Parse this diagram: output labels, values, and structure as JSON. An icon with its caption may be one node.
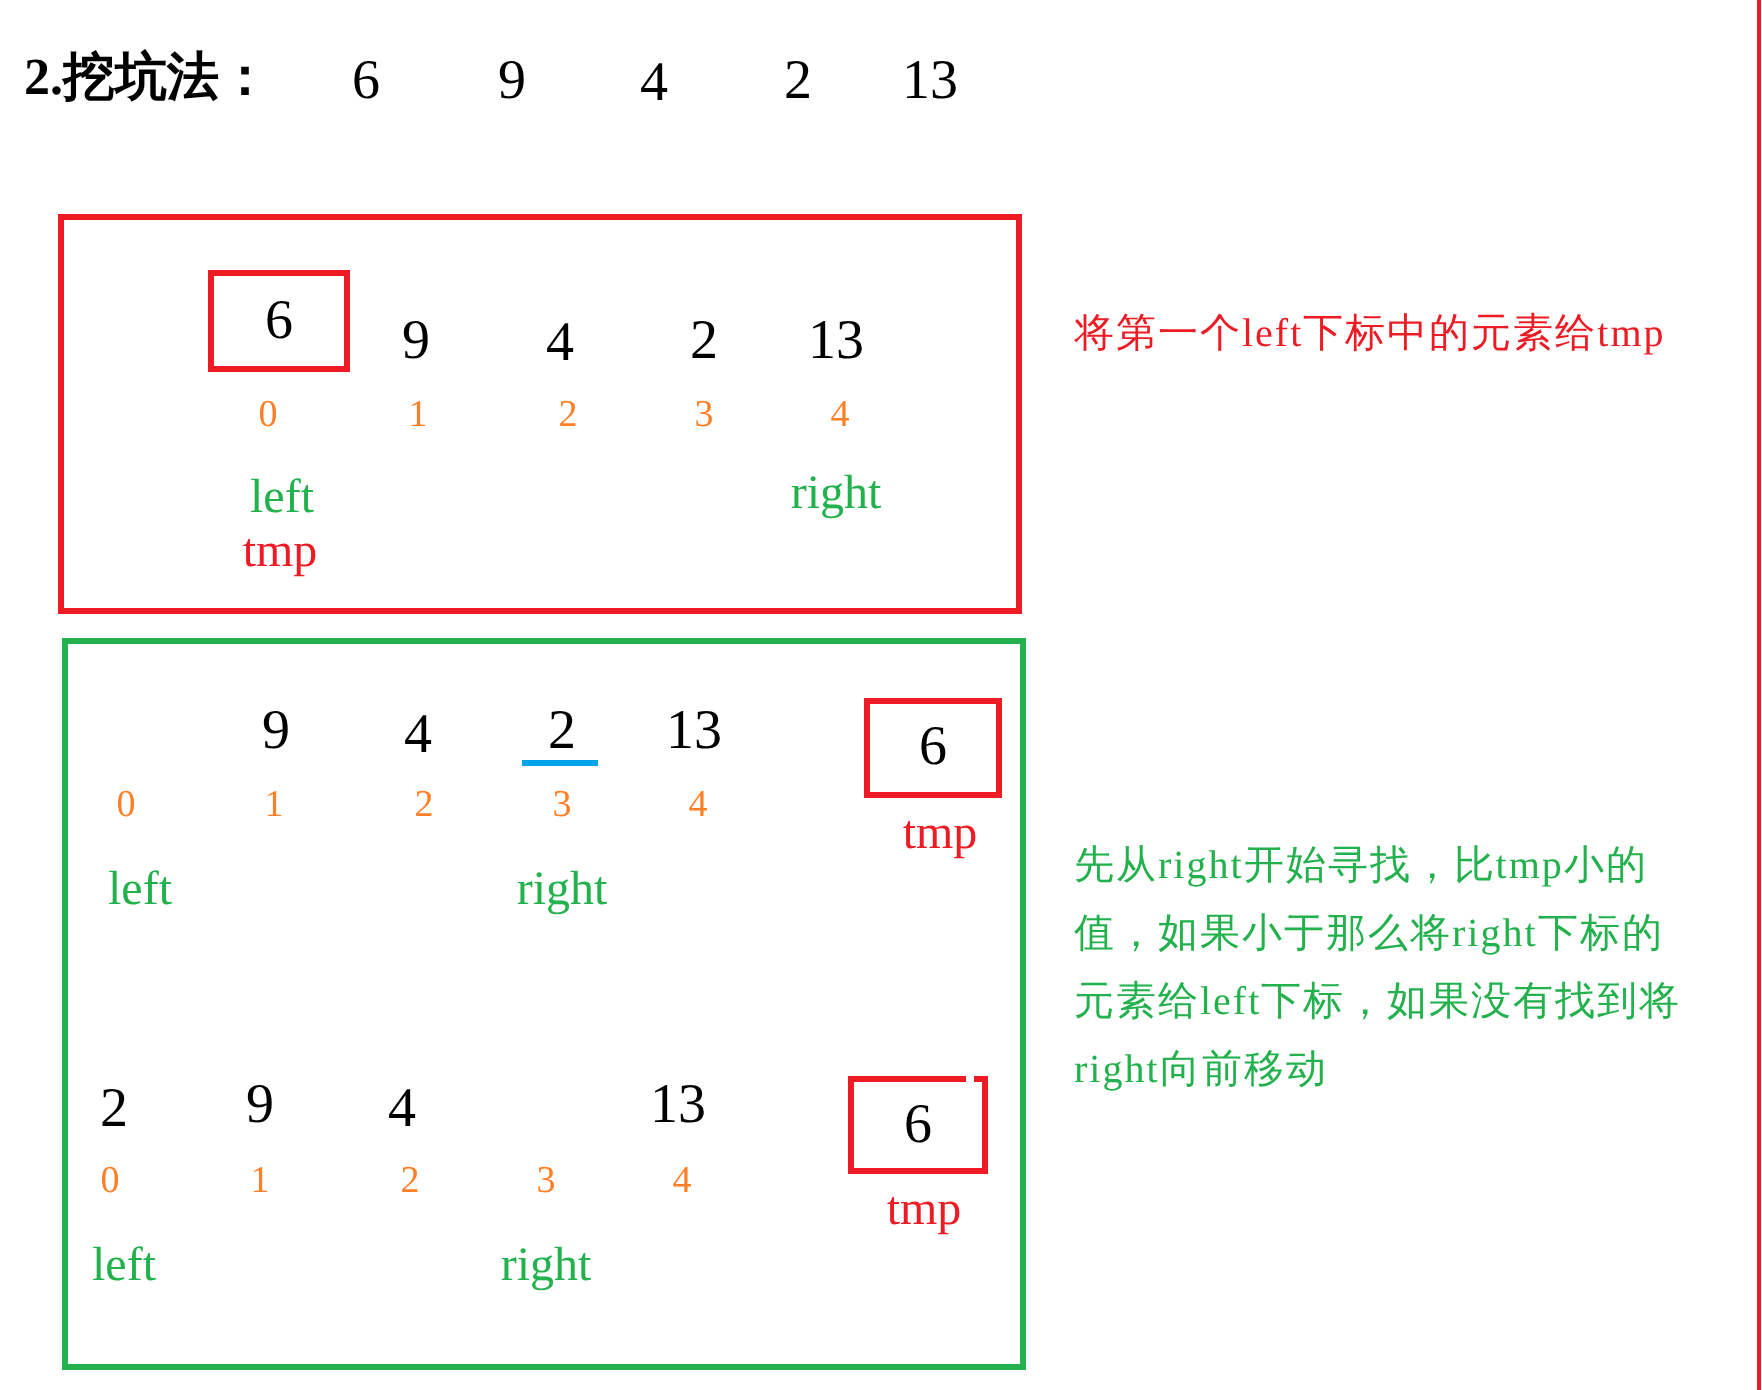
{
  "diagram": {
    "title": "2.挖坑法：",
    "nodes": [
      {
        "text": [],
        "shape": "box"
      },
      {
        "text": [
          "6"
        ],
        "in": 0,
        "beside": [
          "tmp"
        ]
      },
      {
        "text": [],
        "shape": "box"
      },
      {
        "text": [
          "6"
        ],
        "in": 2,
        "beside": [
          "tmp"
        ]
      },
      {
        "text": [
          "6"
        ],
        "in": 2,
        "beside": [
          "tmp"
        ]
      }
    ],
    "labels": [
      "6",
      "9",
      "4",
      "2",
      "13",
      "9",
      "4",
      "2",
      "13",
      "0",
      "1",
      "2",
      "3",
      "4",
      "left",
      "right",
      "将第一个left下标中的元素给tmp",
      "9",
      "4",
      "2",
      "13",
      "0",
      "1",
      "2",
      "3",
      "4",
      "left",
      "right",
      "先从right开始寻找，比tmp小的值，如果小于那么将right下标的元素给left下标，如果没有找到将right向前移动",
      "2",
      "9",
      "4",
      "13",
      "0",
      "1",
      "2",
      "3",
      "4",
      "left",
      "right"
    ]
  }
}
